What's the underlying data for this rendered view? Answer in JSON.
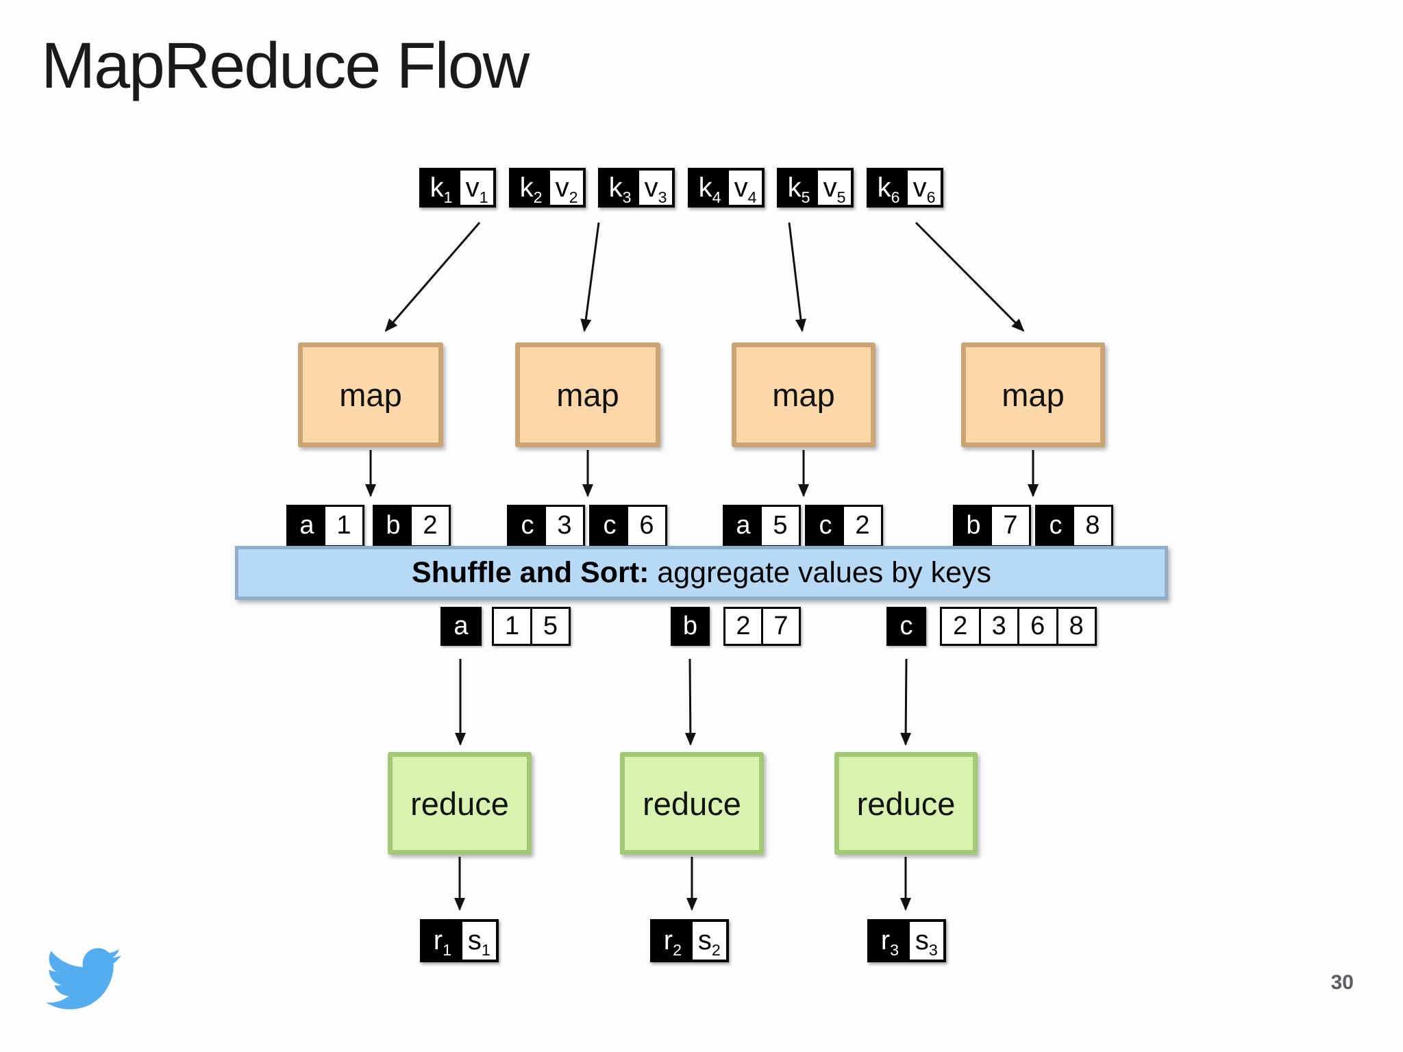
{
  "slide": {
    "title": "MapReduce Flow",
    "page_number": "30"
  },
  "colors": {
    "map_fill": "#FBD7A9",
    "map_border": "#C9A474",
    "reduce_fill": "#D8F3B0",
    "reduce_border": "#A3C977",
    "shuffle_fill": "#B8D9F6",
    "shuffle_border": "#8FAECB",
    "twitter_blue": "#55ACEE",
    "cell_black": "#000000"
  },
  "input_pairs": [
    {
      "key_base": "k",
      "key_sub": "1",
      "value_base": "v",
      "value_sub": "1"
    },
    {
      "key_base": "k",
      "key_sub": "2",
      "value_base": "v",
      "value_sub": "2"
    },
    {
      "key_base": "k",
      "key_sub": "3",
      "value_base": "v",
      "value_sub": "3"
    },
    {
      "key_base": "k",
      "key_sub": "4",
      "value_base": "v",
      "value_sub": "4"
    },
    {
      "key_base": "k",
      "key_sub": "5",
      "value_base": "v",
      "value_sub": "5"
    },
    {
      "key_base": "k",
      "key_sub": "6",
      "value_base": "v",
      "value_sub": "6"
    }
  ],
  "maps": [
    {
      "label": "map"
    },
    {
      "label": "map"
    },
    {
      "label": "map"
    },
    {
      "label": "map"
    }
  ],
  "map_outputs": [
    {
      "pairs": [
        {
          "key": "a",
          "value": "1"
        },
        {
          "key": "b",
          "value": "2"
        }
      ]
    },
    {
      "pairs": [
        {
          "key": "c",
          "value": "3"
        },
        {
          "key": "c",
          "value": "6"
        }
      ]
    },
    {
      "pairs": [
        {
          "key": "a",
          "value": "5"
        },
        {
          "key": "c",
          "value": "2"
        }
      ]
    },
    {
      "pairs": [
        {
          "key": "b",
          "value": "7"
        },
        {
          "key": "c",
          "value": "8"
        }
      ]
    }
  ],
  "shuffle_bar": {
    "bold": "Shuffle and Sort:",
    "rest": "aggregate values by keys"
  },
  "groups": [
    {
      "key": "a",
      "values": [
        "1",
        "5"
      ]
    },
    {
      "key": "b",
      "values": [
        "2",
        "7"
      ]
    },
    {
      "key": "c",
      "values": [
        "2",
        "3",
        "6",
        "8"
      ]
    }
  ],
  "reduces": [
    {
      "label": "reduce"
    },
    {
      "label": "reduce"
    },
    {
      "label": "reduce"
    }
  ],
  "output_pairs": [
    {
      "key_base": "r",
      "key_sub": "1",
      "value_base": "s",
      "value_sub": "1"
    },
    {
      "key_base": "r",
      "key_sub": "2",
      "value_base": "s",
      "value_sub": "2"
    },
    {
      "key_base": "r",
      "key_sub": "3",
      "value_base": "s",
      "value_sub": "3"
    }
  ],
  "icons": {
    "logo": "twitter-bird-icon"
  }
}
